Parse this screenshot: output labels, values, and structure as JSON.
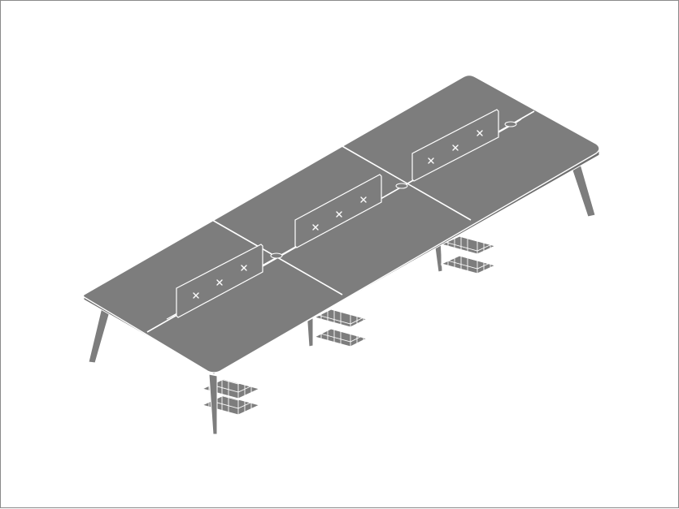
{
  "drawing": {
    "subject": "",
    "colors": {
      "surface": "#7d7d7d",
      "line": "#ffffff",
      "background": "#ffffff",
      "frame": "#8a8a8a"
    },
    "workstations": 6,
    "screens": 3,
    "storage_baskets": 3
  }
}
